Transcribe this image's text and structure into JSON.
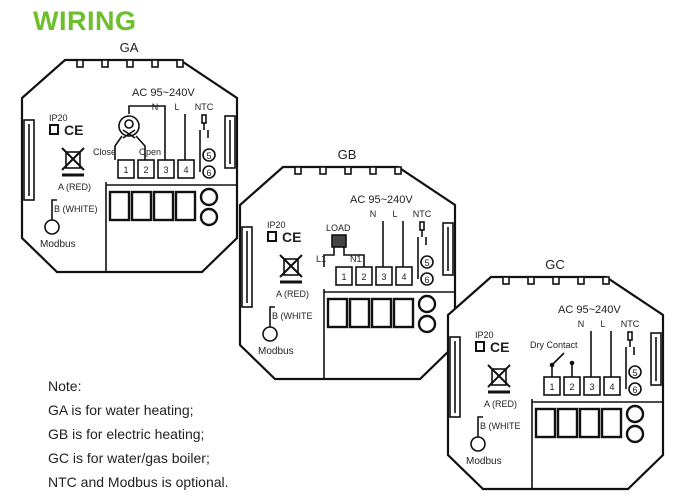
{
  "title": "WIRING",
  "accent_color": "#6cbf2b",
  "units": [
    {
      "id": "GA",
      "variant": "valve",
      "ac": "AC 95~240V",
      "n": "N",
      "l": "L",
      "ntc": "NTC",
      "ip": "IP20",
      "ce": "CE",
      "a": "A (RED)",
      "b": "B (WHITE)",
      "modbus": "Modbus",
      "terminals": [
        "1",
        "2",
        "3",
        "4"
      ],
      "ntc_pins": [
        "5",
        "6"
      ],
      "extra": [
        "Close",
        "Open"
      ]
    },
    {
      "id": "GB",
      "variant": "load",
      "ac": "AC 95~240V",
      "n": "N",
      "l": "L",
      "ntc": "NTC",
      "ip": "IP20",
      "ce": "CE",
      "a": "A (RED)",
      "b": "B (WHITE",
      "modbus": "Modbus",
      "terminals": [
        "1",
        "2",
        "3",
        "4"
      ],
      "ntc_pins": [
        "5",
        "6"
      ],
      "extra": [
        "LOAD",
        "L1",
        "N1"
      ]
    },
    {
      "id": "GC",
      "variant": "dry",
      "ac": "AC 95~240V",
      "n": "N",
      "l": "L",
      "ntc": "NTC",
      "ip": "IP20",
      "ce": "CE",
      "a": "A (RED)",
      "b": "B (WHITE",
      "modbus": "Modbus",
      "terminals": [
        "1",
        "2",
        "3",
        "4"
      ],
      "ntc_pins": [
        "5",
        "6"
      ],
      "extra": [
        "Dry Contact"
      ]
    }
  ],
  "notes": {
    "heading": "Note:",
    "lines": [
      "GA is for water heating;",
      "GB is for electric heating;",
      "GC is for water/gas boiler;",
      "NTC and Modbus is optional."
    ]
  }
}
